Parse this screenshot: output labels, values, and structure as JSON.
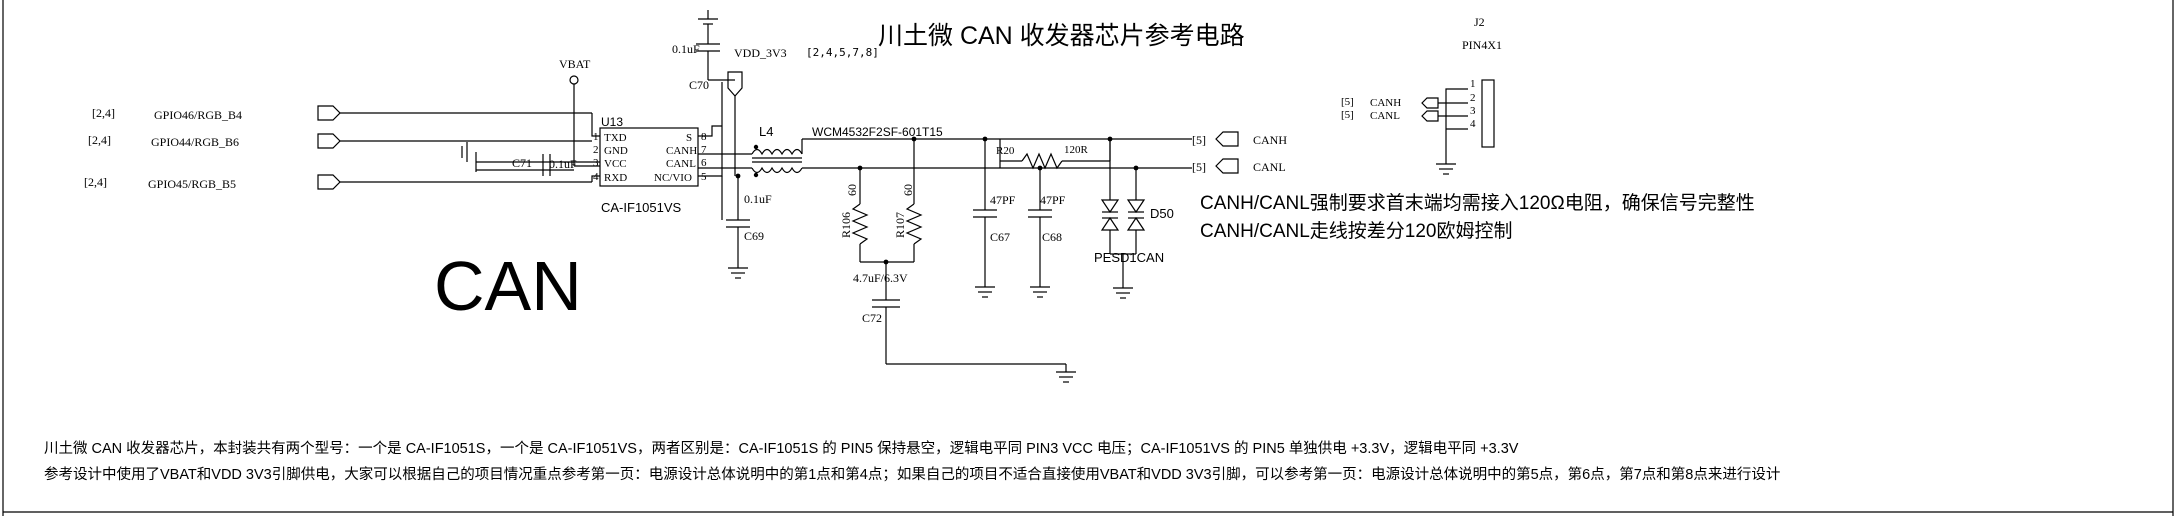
{
  "title": "川土微 CAN 收发器芯片参考电路",
  "big_label": "CAN",
  "notes": {
    "line1": "川土微 CAN 收发器芯片，本封装共有两个型号：一个是 CA-IF1051S，一个是 CA-IF1051VS，两者区别是：CA-IF1051S 的 PIN5 保持悬空，逻辑电平同 PIN3 VCC 电压；CA-IF1051VS 的 PIN5 单独供电 +3.3V，逻辑电平同 +3.3V",
    "line2": "参考设计中使用了VBAT和VDD 3V3引脚供电，大家可以根据自己的项目情况重点参考第一页：电源设计总体说明中的第1点和第4点；如果自己的项目不适合直接使用VBAT和VDD 3V3引脚，可以参考第一页：电源设计总体说明中的第5点，第6点，第7点和第8点来进行设计"
  },
  "side_notes": {
    "line1": "CANH/CANL强制要求首末端均需接入120Ω电阻，确保信号完整性",
    "line2": "CANH/CANL走线按差分120欧姆控制"
  },
  "ports_left": [
    {
      "ref": "[2,4]",
      "net": "GPIO46/RGB_B4"
    },
    {
      "ref": "[2,4]",
      "net": "GPIO44/RGB_B6"
    },
    {
      "ref": "[2,4]",
      "net": "GPIO45/RGB_B5"
    }
  ],
  "ports_right": [
    {
      "ref": "[5]",
      "net": "CANH"
    },
    {
      "ref": "[5]",
      "net": "CANL"
    }
  ],
  "power": {
    "vbat": "VBAT",
    "vdd": "VDD_3V3",
    "vdd_ref": "[2,4,5,7,8]"
  },
  "u13": {
    "ref": "U13",
    "part": "CA-IF1051VS",
    "pins_left": [
      {
        "num": "1",
        "name": "TXD"
      },
      {
        "num": "2",
        "name": "GND"
      },
      {
        "num": "3",
        "name": "VCC"
      },
      {
        "num": "4",
        "name": "RXD"
      }
    ],
    "pins_right": [
      {
        "num": "8",
        "name": "S"
      },
      {
        "num": "7",
        "name": "CANH"
      },
      {
        "num": "6",
        "name": "CANL"
      },
      {
        "num": "5",
        "name": "NC/VIO"
      }
    ]
  },
  "components": {
    "c70": {
      "ref": "C70",
      "value": "0.1uF"
    },
    "c71": {
      "ref": "C71",
      "value": "0.1uF"
    },
    "c69": {
      "ref": "C69",
      "value": "0.1uF"
    },
    "l4": {
      "ref": "L4",
      "value": "WCM4532F2SF-601T15"
    },
    "r106": {
      "ref": "R106",
      "value": "60"
    },
    "r107": {
      "ref": "R107",
      "value": "60"
    },
    "c72": {
      "ref": "C72",
      "value": "4.7uF/6.3V"
    },
    "c67": {
      "ref": "C67",
      "value": "47PF"
    },
    "c68": {
      "ref": "C68",
      "value": "47PF"
    },
    "r20": {
      "ref": "R20",
      "value": "120R"
    },
    "d50": {
      "ref": "D50",
      "value": "PESD1CAN"
    }
  },
  "j2": {
    "ref": "J2",
    "part": "PIN4X1",
    "nets": [
      {
        "ref": "[5]",
        "net": "CANH"
      },
      {
        "ref": "[5]",
        "net": "CANL"
      }
    ],
    "pins": [
      "1",
      "2",
      "3",
      "4"
    ]
  }
}
